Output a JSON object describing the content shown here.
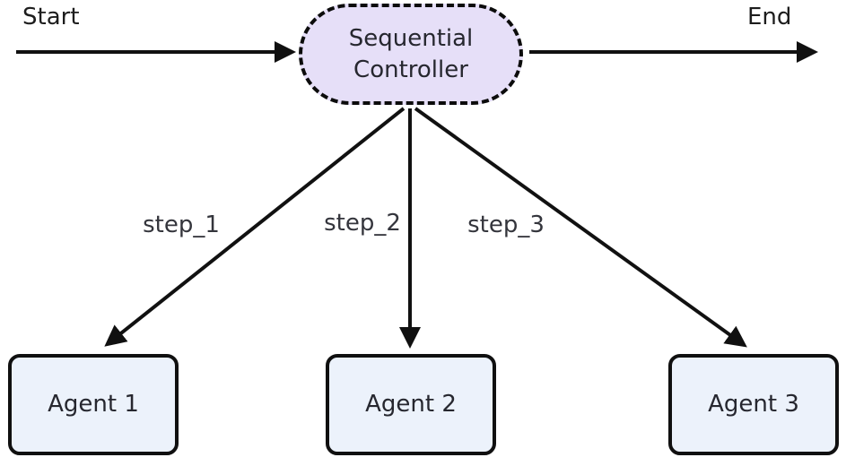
{
  "diagram": {
    "start_label": "Start",
    "end_label": "End",
    "controller": {
      "label": "Sequential Controller",
      "shape": "stadium-dashed"
    },
    "agents": [
      {
        "label": "Agent 1"
      },
      {
        "label": "Agent 2"
      },
      {
        "label": "Agent 3"
      }
    ],
    "edges": [
      {
        "from": "Start",
        "to": "Sequential Controller",
        "label": ""
      },
      {
        "from": "Sequential Controller",
        "to": "End",
        "label": ""
      },
      {
        "from": "Sequential Controller",
        "to": "Agent 1",
        "label": "step_1"
      },
      {
        "from": "Sequential Controller",
        "to": "Agent 2",
        "label": "step_2"
      },
      {
        "from": "Sequential Controller",
        "to": "Agent 3",
        "label": "step_3"
      }
    ],
    "colors": {
      "controller_fill": "#e6dff8",
      "agent_fill": "#ecf2fb",
      "edge_stroke": "#111111",
      "node_text": "#26272f",
      "label_text": "#34353c"
    }
  }
}
